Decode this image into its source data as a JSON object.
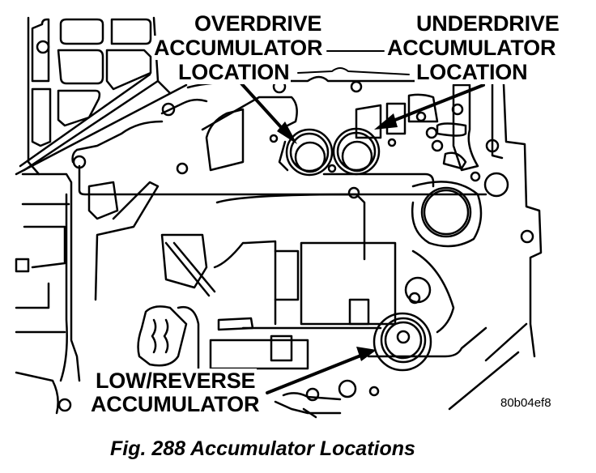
{
  "figure": {
    "caption": "Fig. 288 Accumulator Locations",
    "figure_id": "80b04ef8"
  },
  "callouts": {
    "overdrive": {
      "line1": "OVERDRIVE",
      "line2": "ACCUMULATOR",
      "line3": "LOCATION"
    },
    "underdrive": {
      "line1": "UNDERDRIVE",
      "line2": "ACCUMULATOR",
      "line3": "LOCATION"
    },
    "low_reverse": {
      "line1": "LOW/REVERSE",
      "line2": "ACCUMULATOR"
    }
  },
  "colors": {
    "ink": "#000000",
    "paper": "#ffffff"
  }
}
